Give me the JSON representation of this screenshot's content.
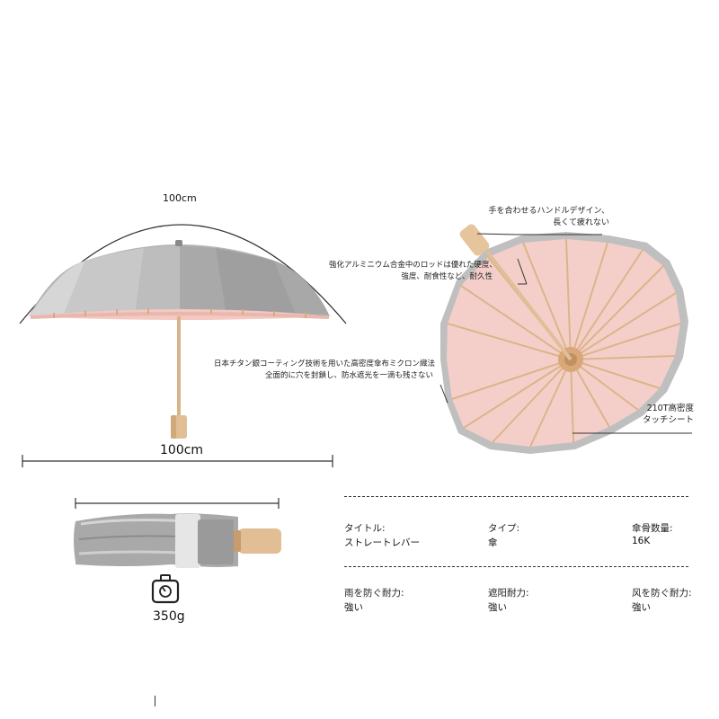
{
  "open_umbrella": {
    "arc_label": "100cm",
    "width_label": "100cm"
  },
  "features": {
    "handle": [
      "手を合わせるハンドルデザイン、",
      "長くて疲れない"
    ],
    "rod": [
      "強化アルミニウム合金中のロッドは優れた硬度、",
      "強度、耐食性など、耐久性"
    ],
    "coating": [
      "日本チタン銀コーティング技術を用いた高密度傘布ミクロン織法",
      "全面的に穴を封鎖し、防水遮光を一滴も残さない"
    ],
    "fabric": [
      "210T高密度",
      "タッチシート"
    ]
  },
  "folded": {
    "weight": "350g",
    "weight_icon": "scale-icon"
  },
  "specs": [
    {
      "label": "タイトル:",
      "value": "ストレートレバー"
    },
    {
      "label": "タイプ:",
      "value": "傘"
    },
    {
      "label": "傘骨数量:",
      "value": "16K"
    },
    {
      "label": "雨を防ぐ耐力:",
      "value": "強い"
    },
    {
      "label": "遮阳耐力:",
      "value": "強い"
    },
    {
      "label": "风を防ぐ耐力:",
      "value": "強い"
    }
  ],
  "colors": {
    "canopy_outer": "#b9b9b9",
    "canopy_inner": "#f4cfca",
    "rib": "#d9b48a",
    "handle": "#e2be94"
  }
}
